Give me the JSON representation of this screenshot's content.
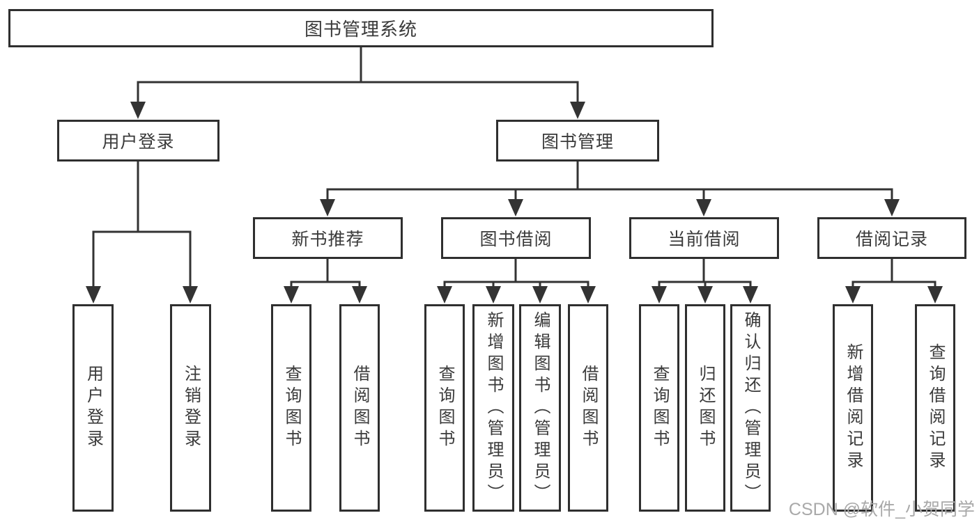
{
  "tree": {
    "root": {
      "label": "图书管理系统",
      "children": [
        {
          "label": "用户登录",
          "children": [
            {
              "label": "用户登录"
            },
            {
              "label": "注销登录"
            }
          ]
        },
        {
          "label": "图书管理",
          "children": [
            {
              "label": "新书推荐",
              "children": [
                {
                  "label": "查询图书"
                },
                {
                  "label": "借阅图书"
                }
              ]
            },
            {
              "label": "图书借阅",
              "children": [
                {
                  "label": "查询图书"
                },
                {
                  "label": "新增图书（管理员）"
                },
                {
                  "label": "编辑图书（管理员）"
                },
                {
                  "label": "借阅图书"
                }
              ]
            },
            {
              "label": "当前借阅",
              "children": [
                {
                  "label": "查询图书"
                },
                {
                  "label": "归还图书"
                },
                {
                  "label": "确认归还（管理员）"
                }
              ]
            },
            {
              "label": "借阅记录",
              "children": [
                {
                  "label": "新增借阅记录"
                },
                {
                  "label": "查询借阅记录"
                }
              ]
            }
          ]
        }
      ]
    }
  },
  "watermark": {
    "text": "CSDN @软件_小贺同学"
  },
  "colors": {
    "line": "#333333",
    "box_border": "#2f2f2f",
    "box_fill": "#ffffff",
    "text": "#3a3a3a",
    "watermark": "#a9a9a9",
    "background": "#ffffff"
  }
}
